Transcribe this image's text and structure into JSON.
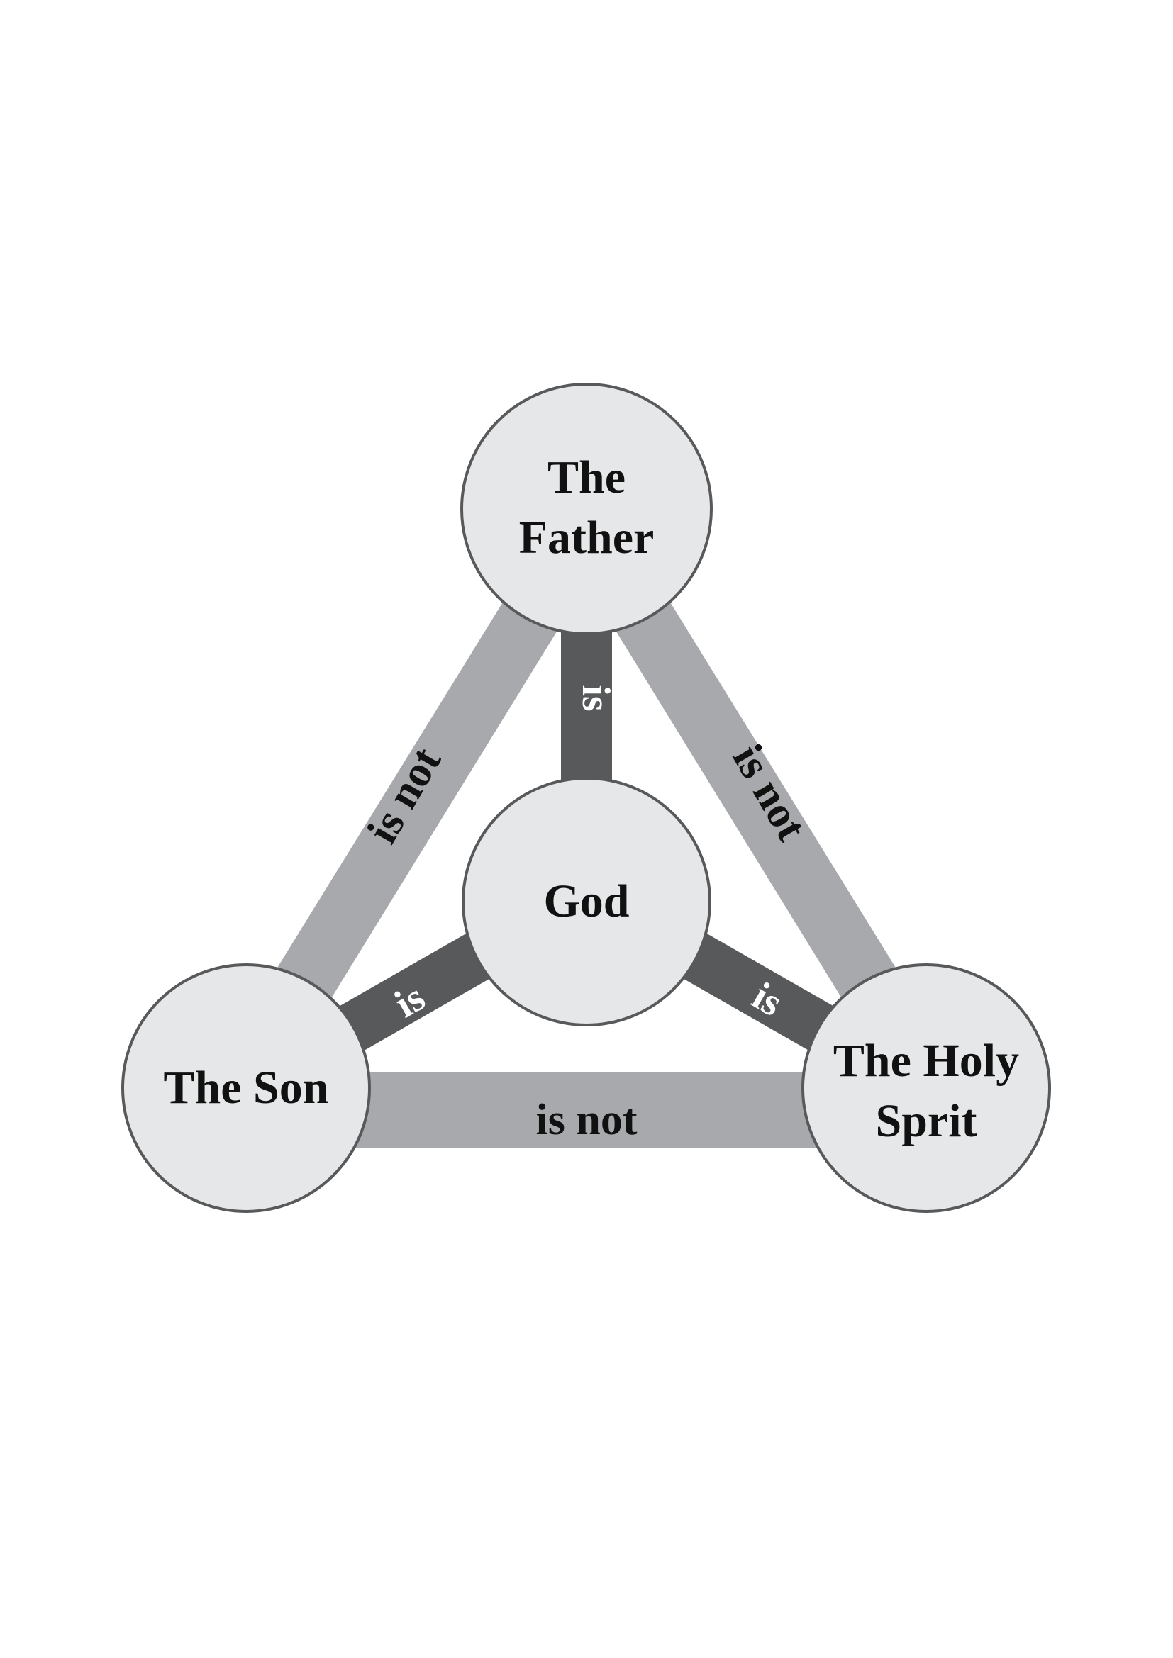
{
  "diagram": {
    "center": {
      "label": "God"
    },
    "nodes": {
      "father": {
        "lines": [
          "The",
          "Father"
        ]
      },
      "son": {
        "lines": [
          "The Son"
        ]
      },
      "spirit": {
        "lines": [
          "The Holy",
          "Sprit"
        ]
      }
    },
    "edges": {
      "father_son": "is not",
      "father_spirit": "is not",
      "son_spirit": "is not",
      "father_god": "is",
      "son_god": "is",
      "spirit_god": "is"
    }
  },
  "colors": {
    "outer_band": "#a7a9ac",
    "inner_band": "#58595b",
    "circle_fill": "#e6e7e8",
    "circle_stroke": "#58595b"
  }
}
